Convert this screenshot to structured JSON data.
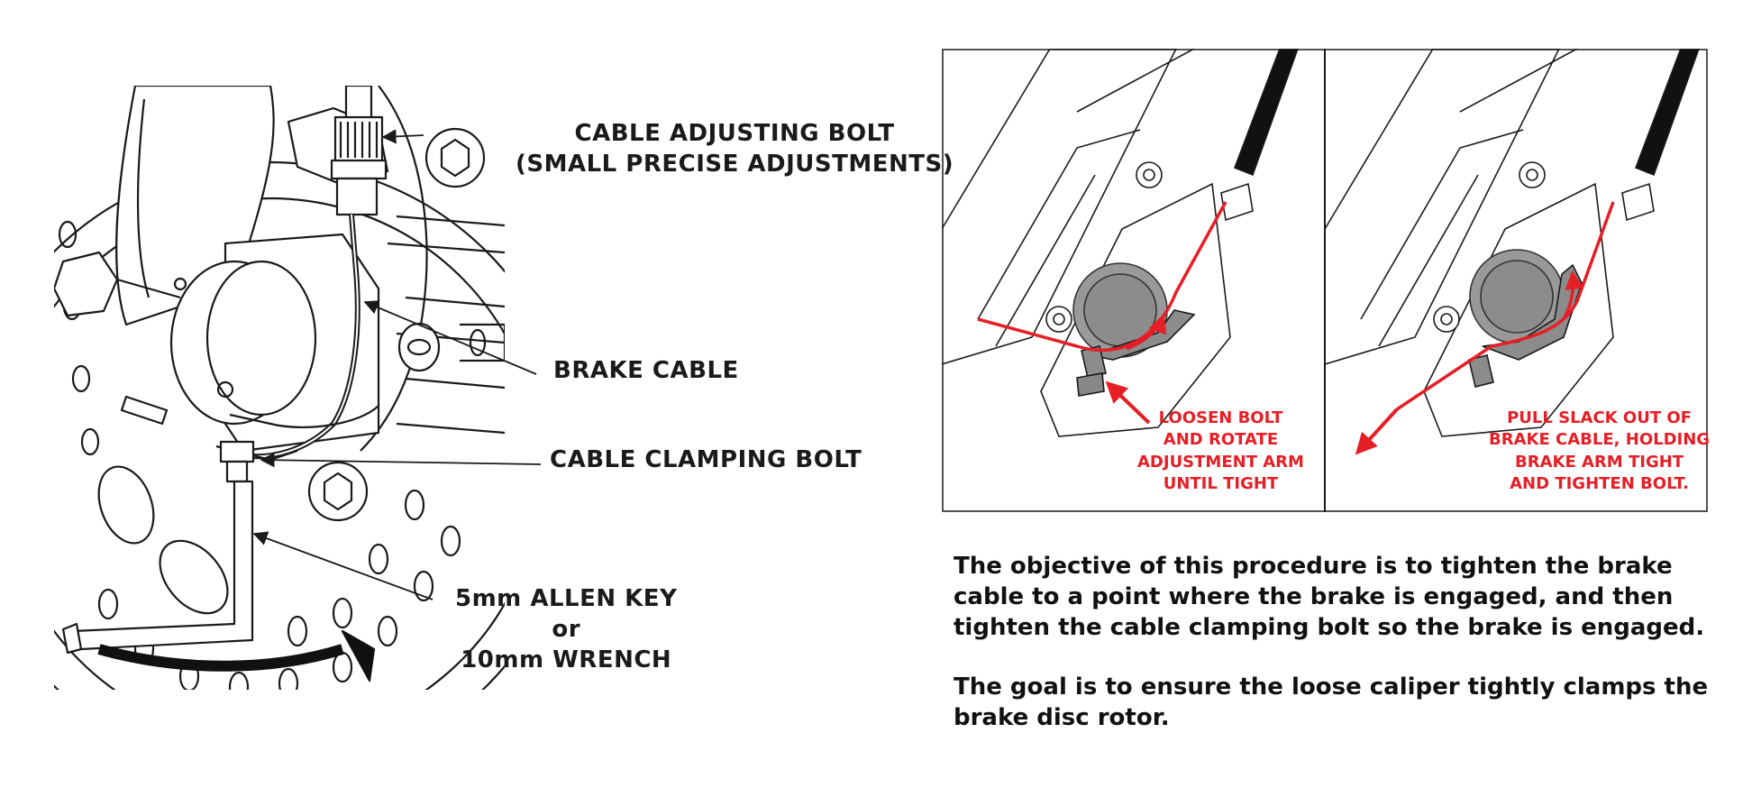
{
  "callouts": {
    "adjusting_bolt_line1": "CABLE ADJUSTING BOLT",
    "adjusting_bolt_line2": "(SMALL PRECISE ADJUSTMENTS)",
    "brake_cable": "BRAKE CABLE",
    "clamping_bolt": "CABLE CLAMPING BOLT",
    "tool_line1": "5mm ALLEN KEY",
    "tool_line2": "or",
    "tool_line3": "10mm WRENCH"
  },
  "panel_left": {
    "line1": "LOOSEN BOLT",
    "line2": "AND ROTATE",
    "line3": "ADJUSTMENT ARM",
    "line4": "UNTIL TIGHT"
  },
  "panel_right": {
    "line1": "PULL SLACK OUT OF",
    "line2": "BRAKE CABLE, HOLDING",
    "line3": "BRAKE ARM TIGHT",
    "line4": "AND TIGHTEN BOLT."
  },
  "description": {
    "paragraph1": "The objective of this procedure is to tighten the brake cable to a point where the brake is engaged, and then tighten the cable clamping bolt so the brake is engaged.",
    "paragraph2": "The goal is to ensure the loose caliper tightly clamps the brake disc rotor."
  },
  "colors": {
    "accent_red": "#e61e25",
    "line_dark": "#1a1a1a",
    "caliper_grey": "#8c8c8c"
  }
}
